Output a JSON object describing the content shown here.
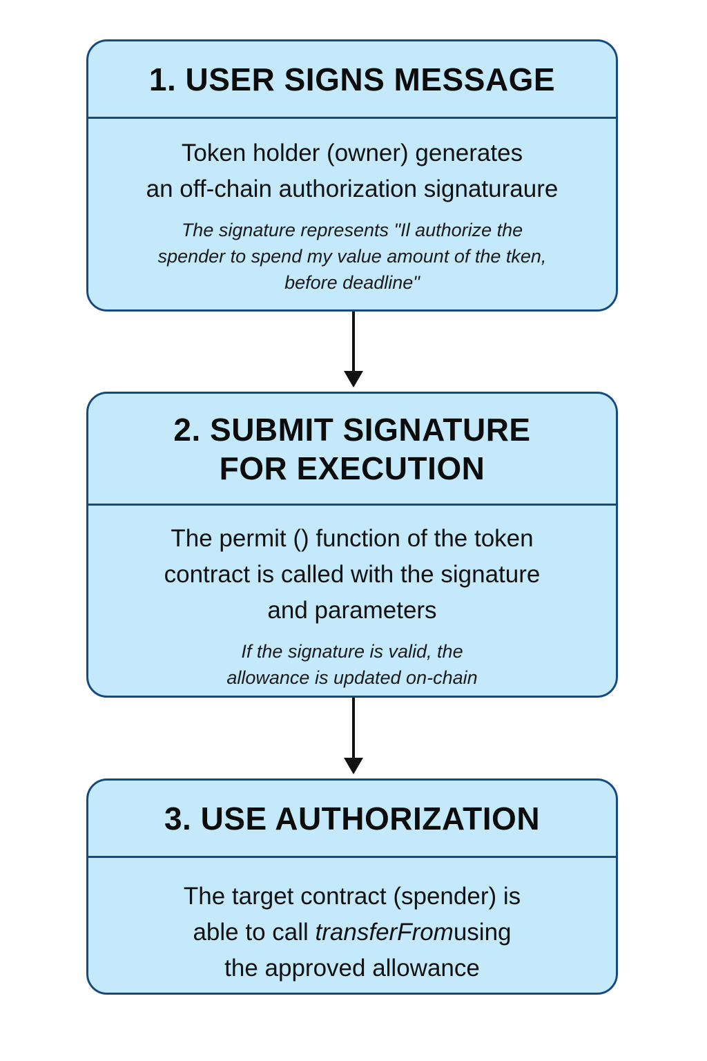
{
  "steps": [
    {
      "title_line1": "1. USER SIGNS MESSAGE",
      "main_line1": "Token holder (owner) generates",
      "main_line2": "an off-chain authorization signaturaure",
      "note_line1": "The signature represents \"Il authorize the",
      "note_line2": "spender to spend my value amount of the tken,",
      "note_line3": "before deadline\""
    },
    {
      "title_line1": "2. SUBMIT SIGNATURE",
      "title_line2": "FOR EXECUTION",
      "main_line1": "The permit () function of the token",
      "main_line2": "contract is called with the signature",
      "main_line3": "and parameters",
      "note_line1": "If the signature is valid, the",
      "note_line2": "allowance is updated on-chain"
    },
    {
      "title_line1": "3. USE AUTHORIZATION",
      "main_line1": "The target contract (spender) is",
      "main_line2_pre": "able to call ",
      "main_line2_italic": "transferFrom",
      "main_line2_post": "using",
      "main_line3": "the approved allowance"
    }
  ],
  "colors": {
    "box_fill": "#c3e9fb",
    "box_border": "#164a7e",
    "arrow": "#111111"
  }
}
